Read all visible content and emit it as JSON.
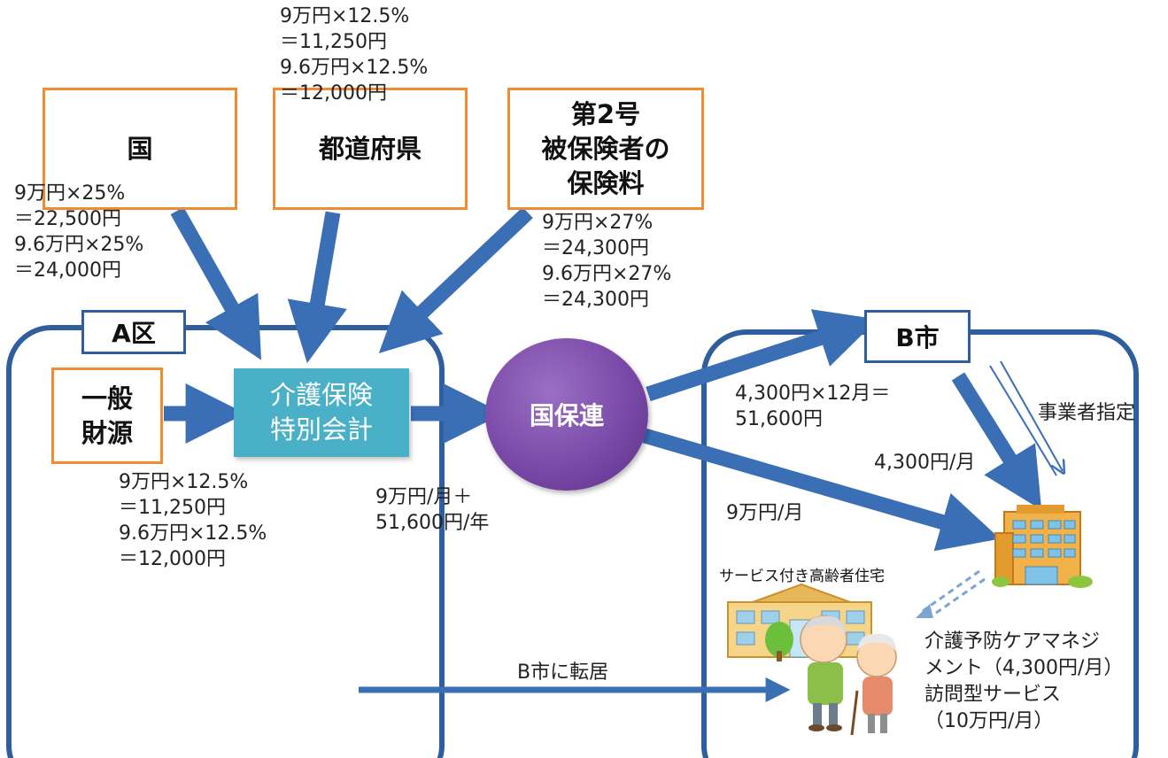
{
  "colors": {
    "arrow": "#3a6fb5",
    "region_border": "#2e5e9e",
    "source_border": "#f28a30",
    "special_account": "#4ab0c8",
    "kokuhoren": "#7a4aa8"
  },
  "sources": {
    "kuni": "国",
    "todofuken": "都道府県",
    "hokenryo": "第2号\n被保険者の\n保険料",
    "ippan": "一般\n財源"
  },
  "regions": {
    "a_ku": "A区",
    "b_shi": "B市"
  },
  "nodes": {
    "special_account": "介護保険\n特別会計",
    "kokuhoren": "国保連"
  },
  "amounts": {
    "kuni": "9万円×25%\n＝22,500円\n9.6万円×25%\n＝24,000円",
    "todofuken": "9万円×12.5%\n＝11,250円\n9.6万円×12.5%\n＝12,000円",
    "hokenryo": "9万円×27%\n＝24,300円\n9.6万円×27%\n＝24,300円",
    "ippan": "9万円×12.5%\n＝11,250円\n9.6万円×12.5%\n＝12,000円",
    "to_kokuhoren": "9万円/月＋\n51,600円/年",
    "to_b_shi": "4,300円×12月＝\n51,600円",
    "b_to_office": "4,300円/月",
    "kokuhoren_to_office": "9万円/月"
  },
  "labels": {
    "designation": "事業者指定",
    "housing": "サービス付き高齢者住宅",
    "move": "B市に転居",
    "services": "介護予防ケアマネジ\nメント（4,300円/月）\n訪問型サービス\n（10万円/月）"
  },
  "icons": [
    "office-building-icon",
    "senior-housing-icon",
    "elderly-couple-icon"
  ]
}
